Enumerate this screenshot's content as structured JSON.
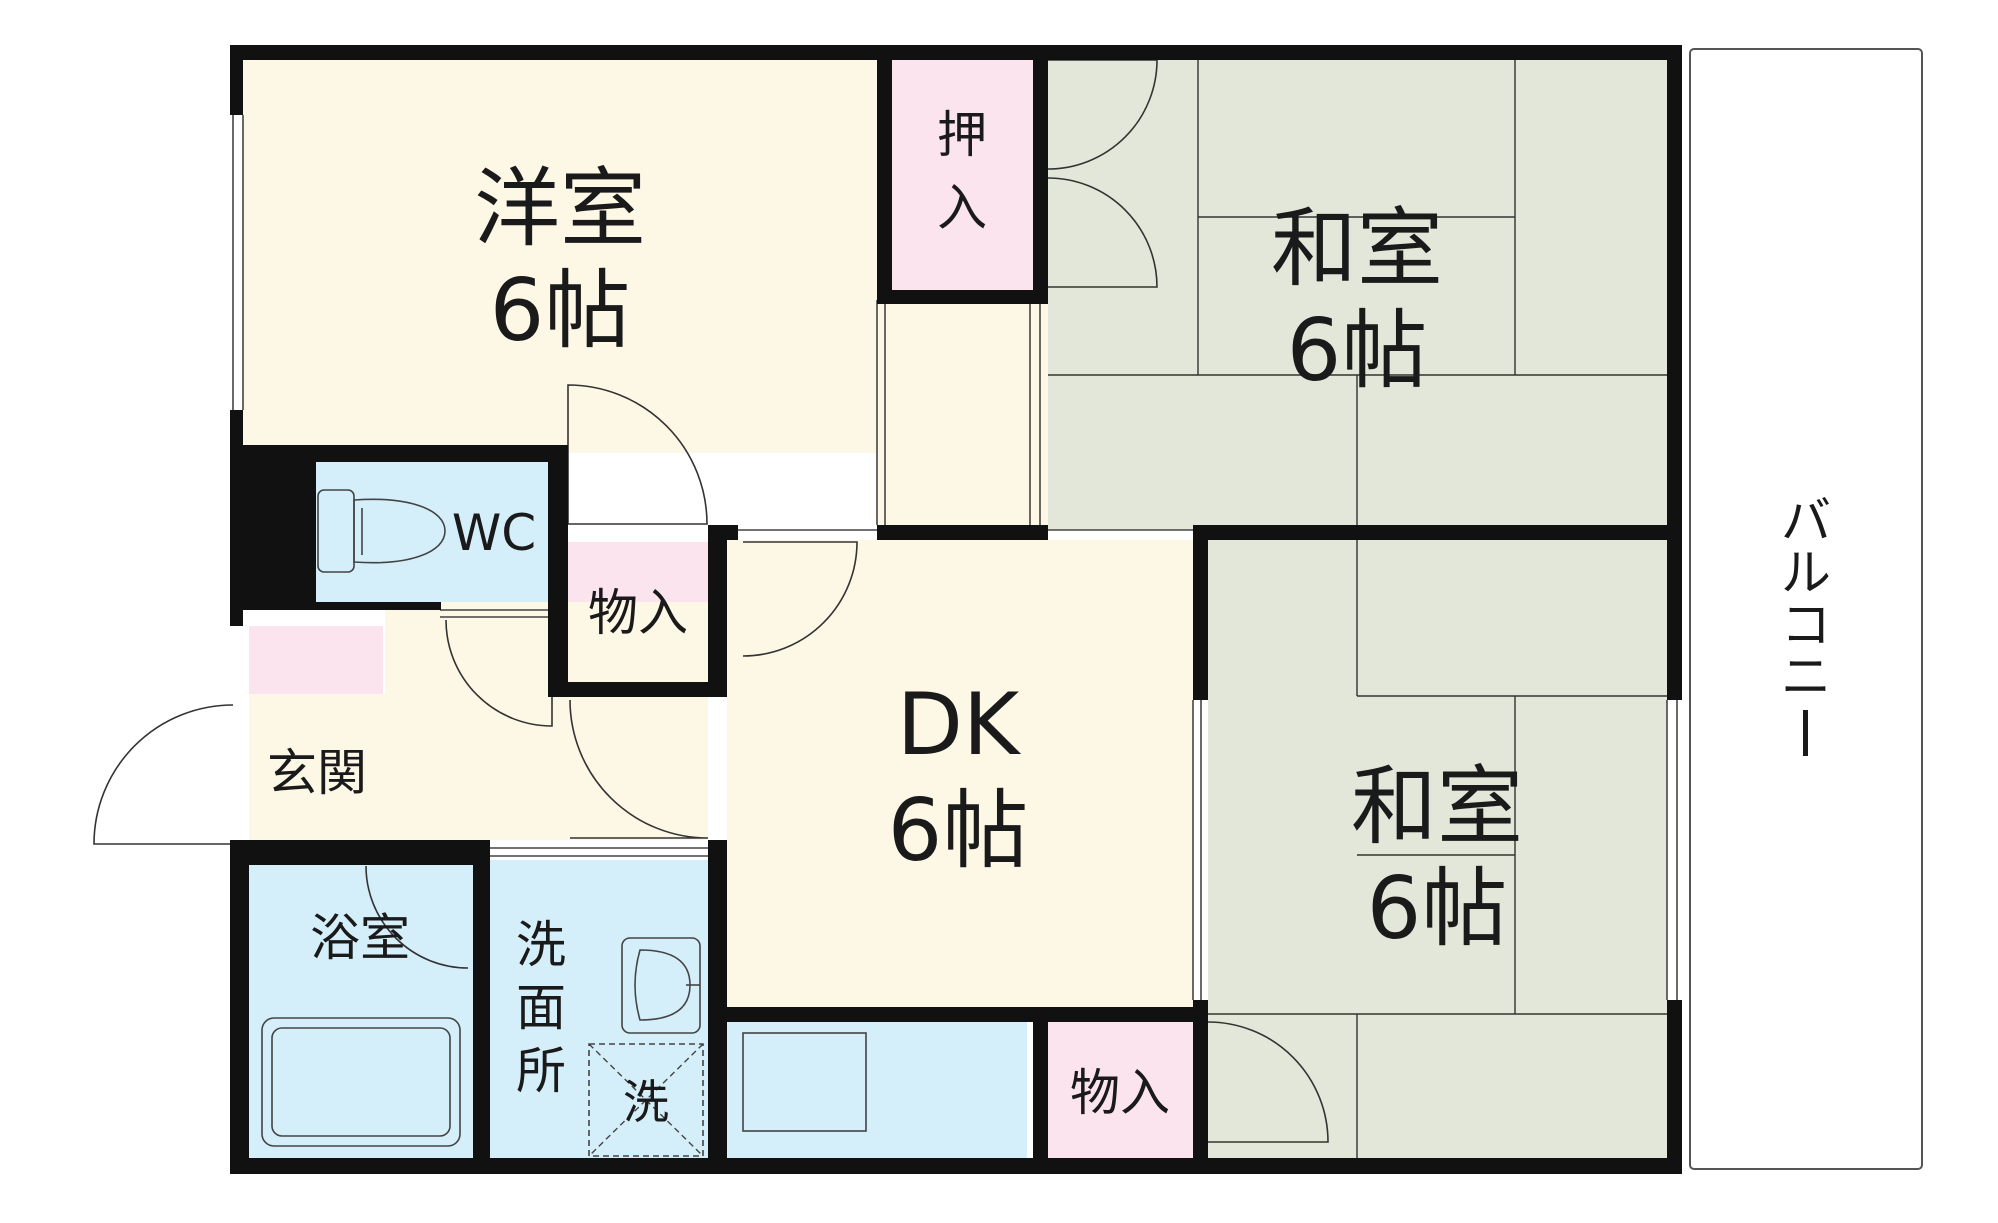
{
  "rooms": {
    "western": {
      "name": "洋室",
      "size": "6帖"
    },
    "japanese_upper": {
      "name": "和室",
      "size": "6帖"
    },
    "japanese_lower": {
      "name": "和室",
      "size": "6帖"
    },
    "dk": {
      "name": "DK",
      "size": "6帖"
    }
  },
  "labels": {
    "oshiire": [
      "押",
      "入"
    ],
    "wc": "WC",
    "storage_center": "物入",
    "storage_kitchen": "物入",
    "entrance": "玄関",
    "bathroom": "浴室",
    "washroom": [
      "洗",
      "面",
      "所"
    ],
    "washer": "洗",
    "balcony": [
      "バ",
      "ル",
      "コ",
      "ニ",
      "ー"
    ]
  },
  "colors": {
    "wall": "#111111",
    "western_floor": "#fdf7e6",
    "tatami": "#e2e7d9",
    "storage": "#fbe4ee",
    "wet_area": "#d5effa",
    "balcony": "#ffffff"
  }
}
